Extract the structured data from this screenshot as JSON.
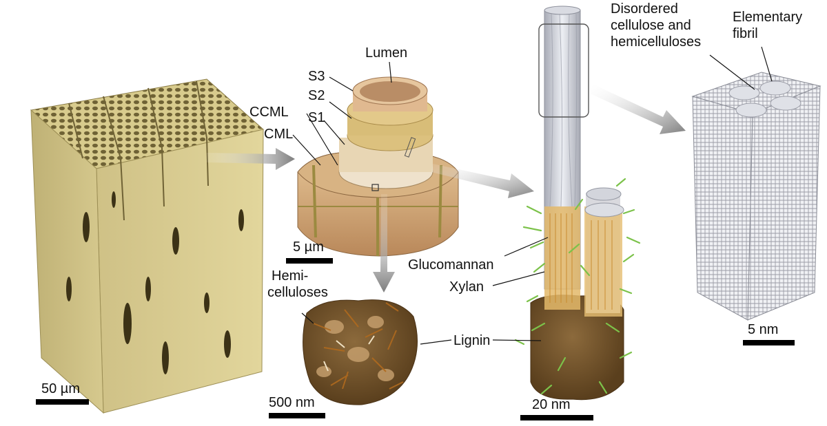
{
  "labels": {
    "lumen": "Lumen",
    "s3": "S3",
    "s2": "S2",
    "s1": "S1",
    "ccml": "CCML",
    "cml": "CML",
    "hemicelluloses_line1": "Hemi-",
    "hemicelluloses_line2": "celluloses",
    "lignin": "Lignin",
    "glucomannan": "Glucomannan",
    "xylan": "Xylan",
    "disordered_line1": "Disordered",
    "disordered_line2": "cellulose and",
    "disordered_line3": "hemicelluloses",
    "elementary_line1": "Elementary",
    "elementary_line2": "fibril"
  },
  "scale_bars": {
    "wood_block": "50 µm",
    "cell_wall": "5 µm",
    "matrix": "500 nm",
    "microfibril": "20 nm",
    "elementary_fibril": "5 nm"
  },
  "colors": {
    "wood": "#d8cb8f",
    "wood_dark": "#7a6a3a",
    "cell_wall": "#d9b48a",
    "lumen": "#c89a72",
    "lignin": "#6b4f2a",
    "hemicellulose_green": "#7cc24a",
    "glucomannan_orange": "#e0a24a",
    "cellulose_grey": "#c9cbd3",
    "arrow_grey": "#7d7d7d"
  }
}
